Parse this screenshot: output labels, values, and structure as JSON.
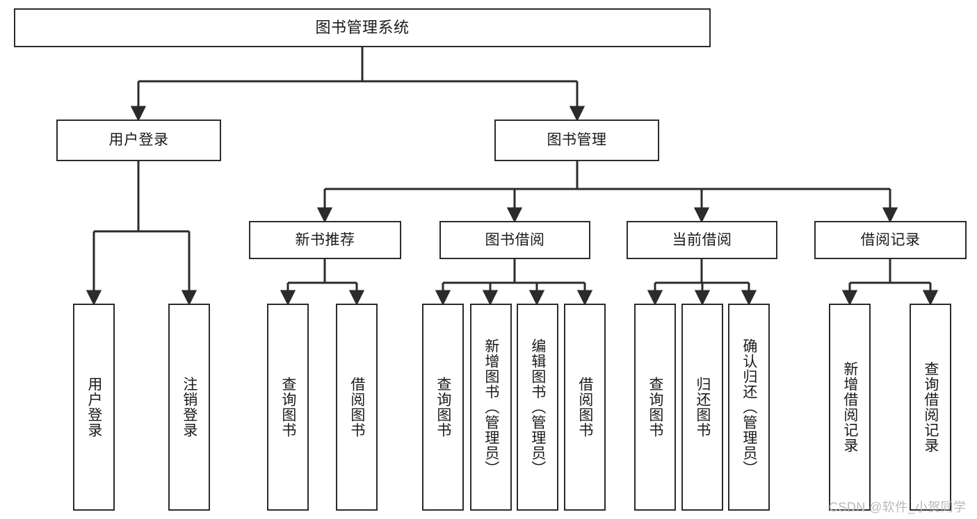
{
  "diagram": {
    "type": "tree-hierarchy-chart",
    "title": "图书管理系统",
    "root": {
      "label": "图书管理系统"
    },
    "level2": [
      {
        "id": "user-login",
        "label": "用户登录"
      },
      {
        "id": "book-manage",
        "label": "图书管理"
      }
    ],
    "level3": [
      {
        "id": "new-book-recommend",
        "label": "新书推荐",
        "parent": "book-manage"
      },
      {
        "id": "book-borrow",
        "label": "图书借阅",
        "parent": "book-manage"
      },
      {
        "id": "current-borrow",
        "label": "当前借阅",
        "parent": "book-manage"
      },
      {
        "id": "borrow-record",
        "label": "借阅记录",
        "parent": "book-manage"
      }
    ],
    "leaves": [
      {
        "id": "leaf-user-login",
        "label": "用户登录",
        "parent": "user-login"
      },
      {
        "id": "leaf-logout-login",
        "label": "注销登录",
        "parent": "user-login"
      },
      {
        "id": "leaf-query-book-1",
        "label": "查询图书",
        "parent": "new-book-recommend"
      },
      {
        "id": "leaf-borrow-book-1",
        "label": "借阅图书",
        "parent": "new-book-recommend"
      },
      {
        "id": "leaf-query-book-2",
        "label": "查询图书",
        "parent": "book-borrow"
      },
      {
        "id": "leaf-add-book",
        "label": "新增图书（管理员）",
        "parent": "book-borrow"
      },
      {
        "id": "leaf-edit-book",
        "label": "编辑图书（管理员）",
        "parent": "book-borrow"
      },
      {
        "id": "leaf-borrow-book-2",
        "label": "借阅图书",
        "parent": "book-borrow"
      },
      {
        "id": "leaf-query-book-3",
        "label": "查询图书",
        "parent": "current-borrow"
      },
      {
        "id": "leaf-return-book",
        "label": "归还图书",
        "parent": "current-borrow"
      },
      {
        "id": "leaf-confirm-return",
        "label": "确认归还（管理员）",
        "parent": "current-borrow"
      },
      {
        "id": "leaf-add-record",
        "label": "新增借阅记录",
        "parent": "borrow-record"
      },
      {
        "id": "leaf-query-record",
        "label": "查询借阅记录",
        "parent": "borrow-record"
      }
    ]
  },
  "watermark": {
    "text": "CSDN @软件_小贺同学"
  },
  "colors": {
    "stroke": "#2b2b2b",
    "background": "#ffffff",
    "text": "#1a1a1a",
    "watermark": "#b9b9b9"
  }
}
